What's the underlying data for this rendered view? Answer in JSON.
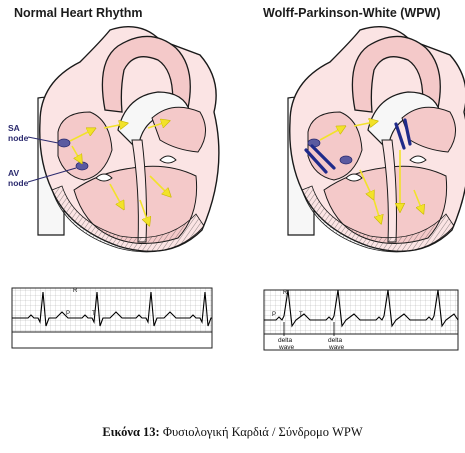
{
  "panels": {
    "left_title": "Normal Heart Rhythm",
    "right_title": "Wolff-Parkinson-White (WPW)"
  },
  "labels": {
    "sa_line1": "SA",
    "sa_line2": "node",
    "av_line1": "AV",
    "av_line2": "node"
  },
  "ecg": {
    "normal": {
      "r": "R",
      "p": "P",
      "t": "T"
    },
    "wpw": {
      "r": "R",
      "p": "P",
      "t": "T",
      "delta_line1": "delta",
      "delta_line2": "wave"
    }
  },
  "caption": {
    "prefix": "Εικόνα 13:",
    "text": " Φυσιολογική Καρδιά / Σύνδρομο WPW"
  },
  "colors": {
    "myocardium": "#f4c9c9",
    "outline": "#1a1a1a",
    "conduction_arrow": "#f2e22a",
    "accessory_pathway": "#1f2a8a",
    "node": "#5b5aa0",
    "label": "#2b2a6e"
  }
}
